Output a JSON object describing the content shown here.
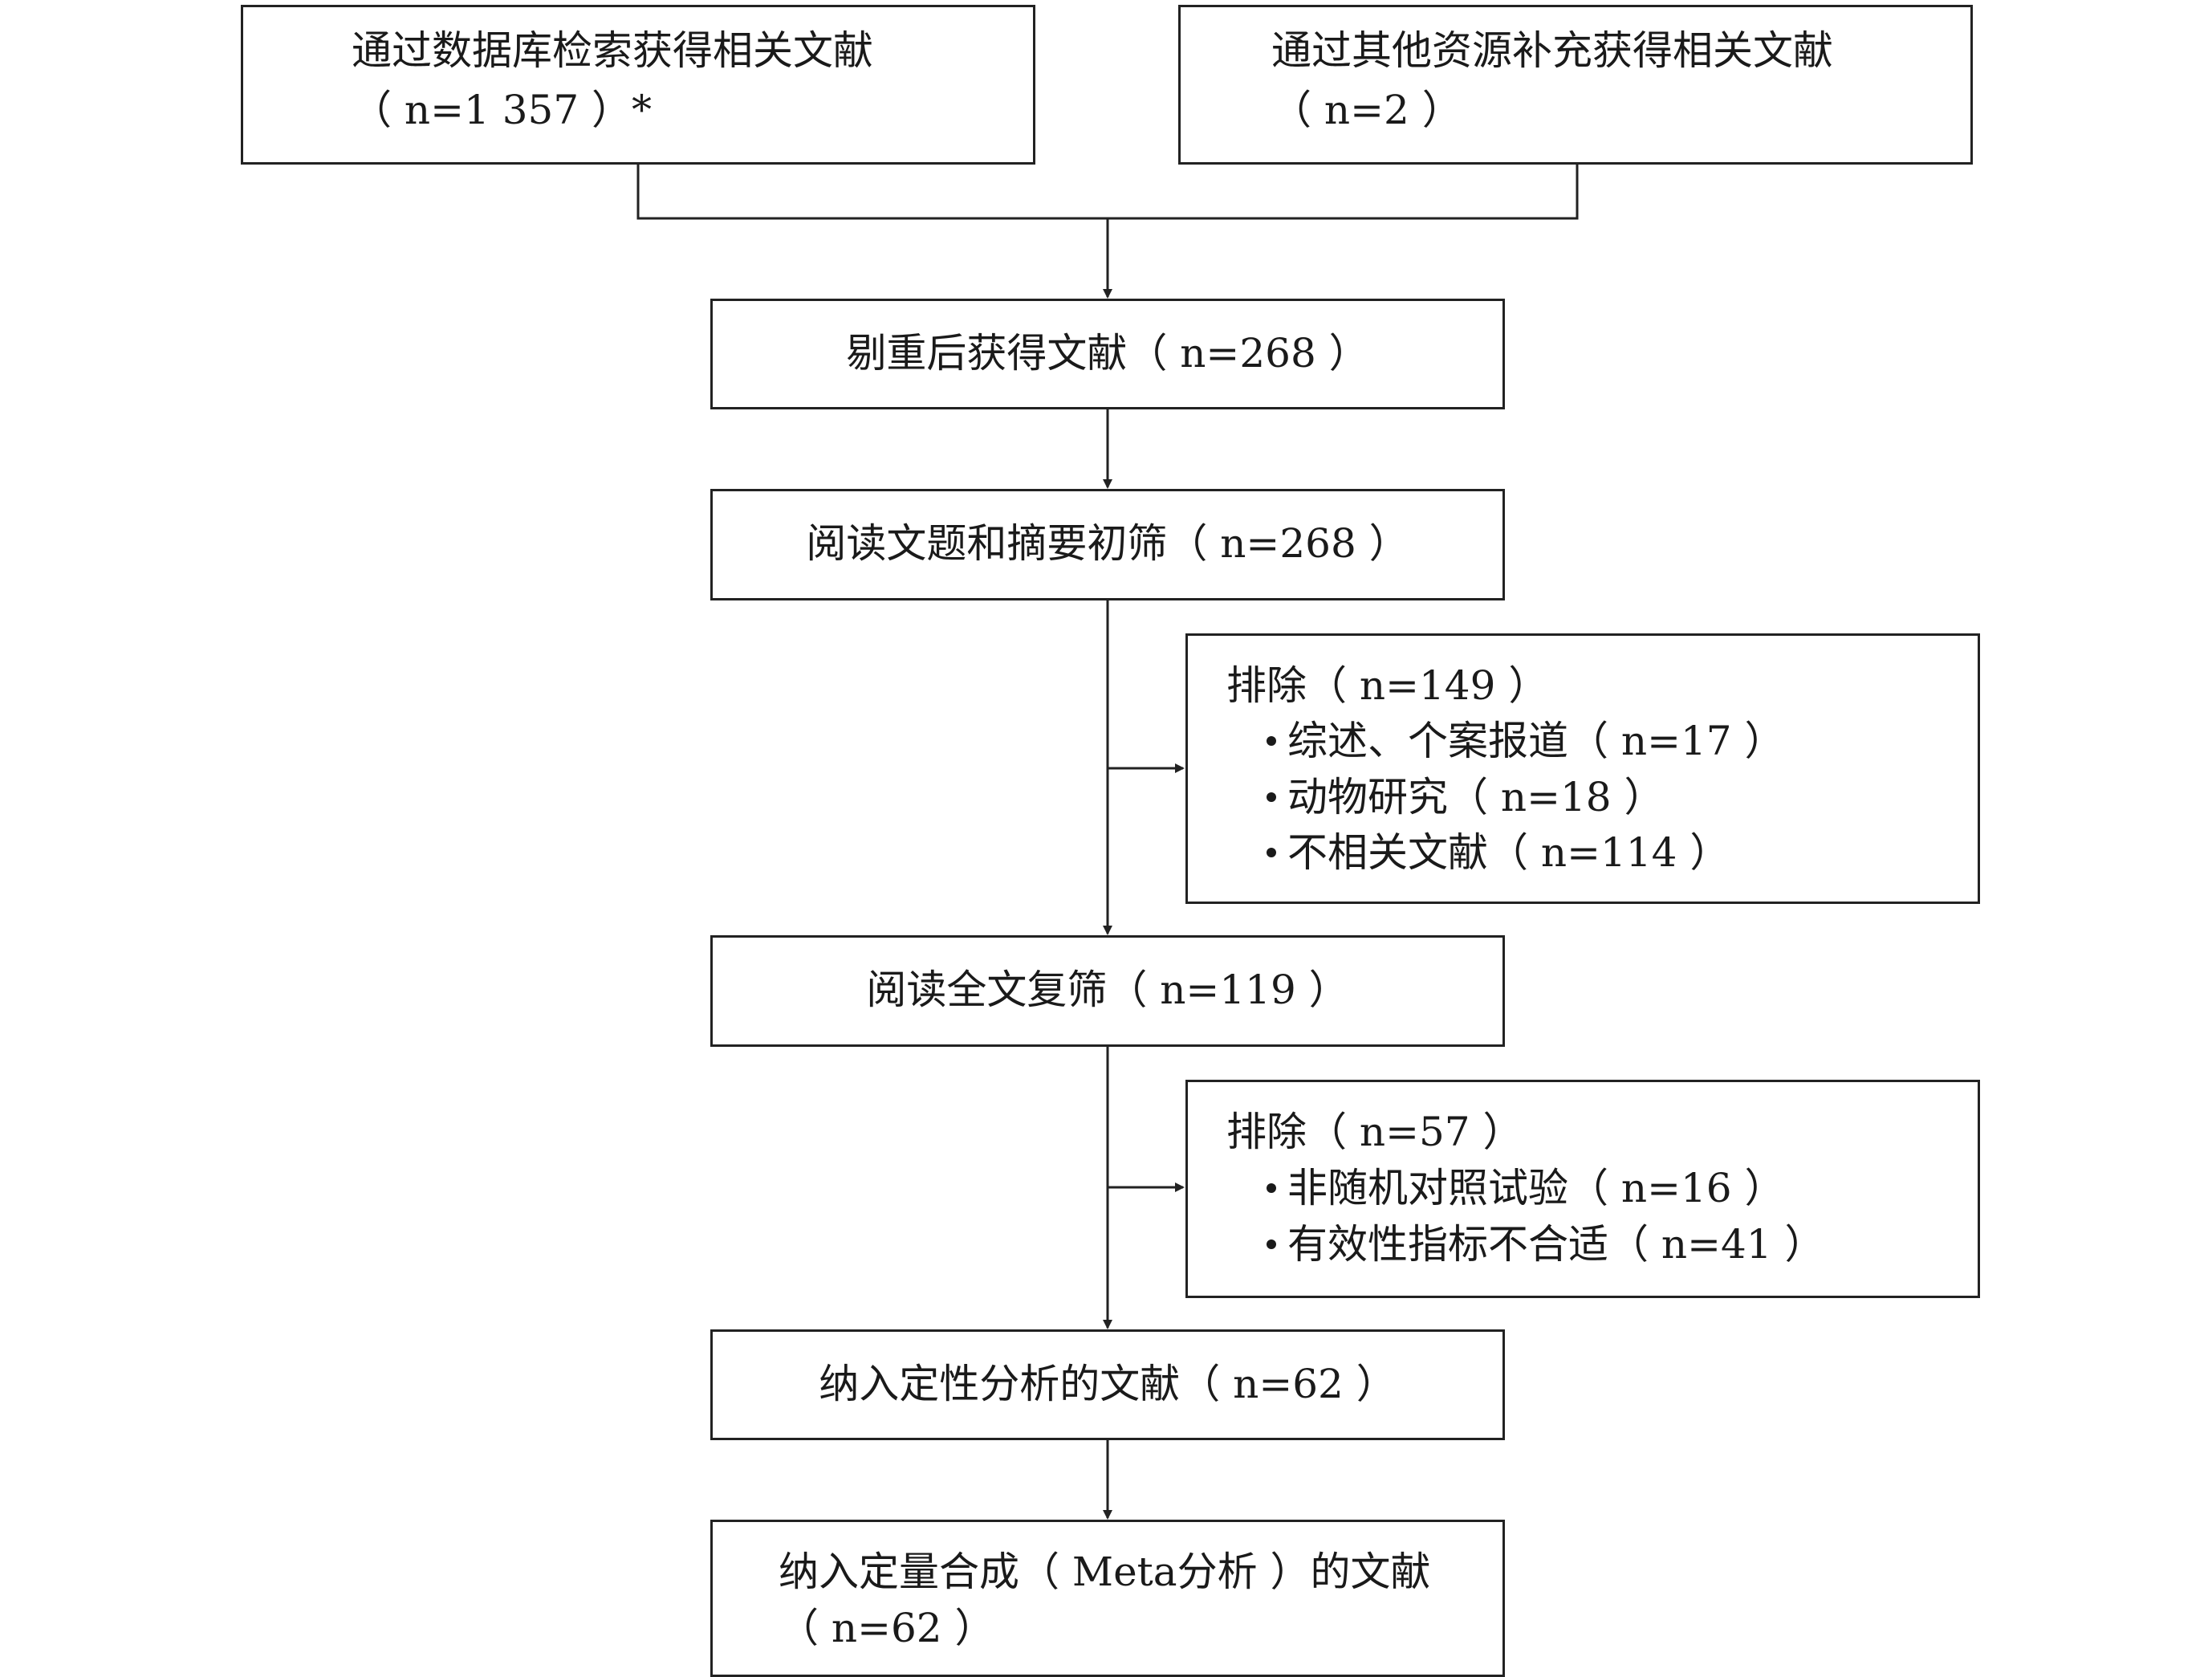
{
  "nodes": {
    "db_search": {
      "line1": "通过数据库检索获得相关文献",
      "line2": "（ n=1 357 ）*"
    },
    "other_sources": {
      "line1": "通过其他资源补充获得相关文献",
      "line2": "（ n=2 ）"
    },
    "dedup": {
      "line1": "剔重后获得文献（ n=268 ）"
    },
    "title_abstract": {
      "line1": "阅读文题和摘要初筛（ n=268 ）"
    },
    "exclude1": {
      "title": "排除（ n=149 ）",
      "items": [
        "综述、个案报道（ n=17 ）",
        "动物研究（ n=18 ）",
        "不相关文献（ n=114 ）"
      ]
    },
    "fulltext": {
      "line1": "阅读全文复筛（ n=119 ）"
    },
    "exclude2": {
      "title": "排除（ n=57 ）",
      "items": [
        "非随机对照试验（ n=16 ）",
        "有效性指标不合适（ n=41 ）"
      ]
    },
    "qualitative": {
      "line1": "纳入定性分析的文献（ n=62 ）"
    },
    "quantitative": {
      "line1": "纳入定量合成（ Meta分析 ）的文献",
      "line2": "（ n=62 ）"
    }
  }
}
